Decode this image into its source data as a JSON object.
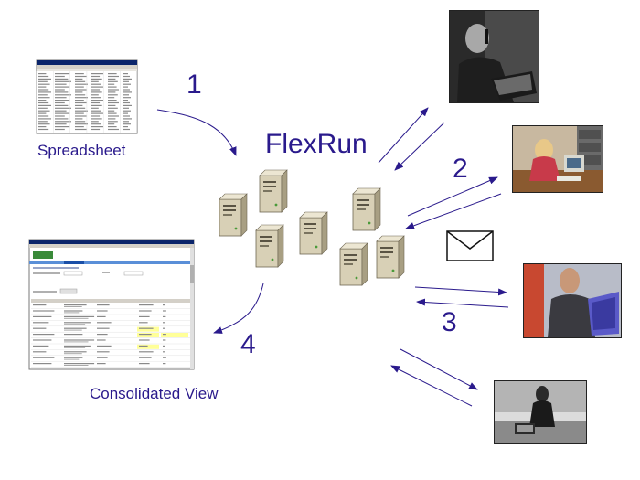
{
  "labels": {
    "spreadsheet": "Spreadsheet",
    "flexrun": "FlexRun",
    "consolidated": "Consolidated View"
  },
  "steps": [
    "1",
    "2",
    "3",
    "4"
  ],
  "icons": {
    "server": "server-icon",
    "envelope": "envelope-icon",
    "spreadsheet": "spreadsheet-thumbnail",
    "report": "consolidated-view-thumbnail"
  },
  "colors": {
    "text": "#2a1a8c",
    "arrow": "#2a1a8c",
    "server_body": "#d8d0b6",
    "server_side": "#a89f83",
    "highlight": "#ffff99",
    "window_title": "#0a246a"
  }
}
